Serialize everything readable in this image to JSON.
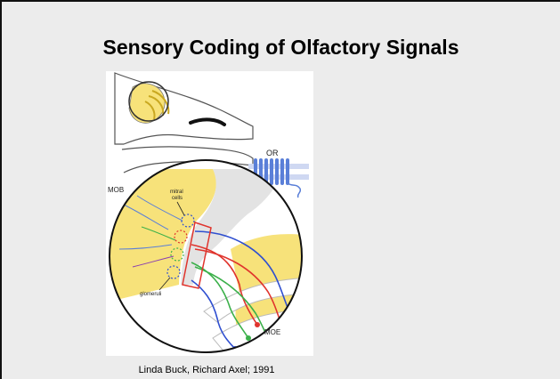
{
  "slide": {
    "title": "Sensory Coding of Olfactory Signals",
    "caption": "Linda Buck, Richard Axel; 1991"
  },
  "figure": {
    "labels": {
      "or": "OR",
      "mob": "MOB",
      "mitral_cells_line1": "mitral",
      "mitral_cells_line2": "cells",
      "glomeruli": "glomeruli",
      "moe": "MOE"
    }
  },
  "colors": {
    "slide_bg": "#ececec",
    "bulb_yellow": "#f7e27a",
    "receptor_blue": "#5a7fd8",
    "neuron_red": "#e0342d",
    "neuron_green": "#3bb04a",
    "neuron_blue": "#2f4fd0"
  }
}
